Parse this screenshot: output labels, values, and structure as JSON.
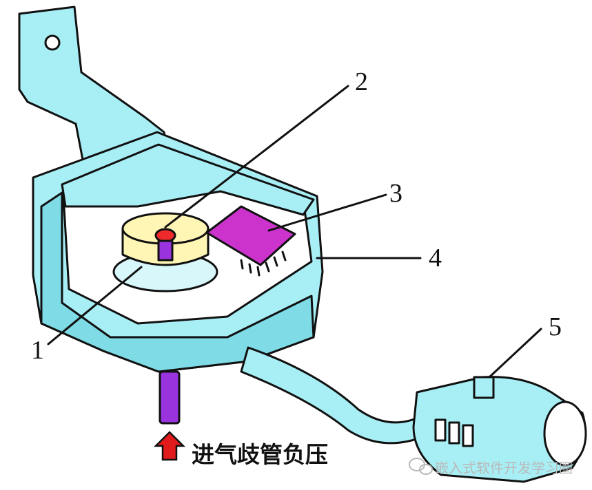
{
  "labels": {
    "n1": "1",
    "n2": "2",
    "n3": "3",
    "n4": "4",
    "n5": "5"
  },
  "caption": "进气歧管负压",
  "watermark": "嵌入式软件开发学习圈",
  "colors": {
    "housing": "#a8eef5",
    "housing_dark": "#7fdbe6",
    "diaphragm": "#fff5b5",
    "pin": "#ee2a2a",
    "chip": "#cc33cc",
    "port": "#9933dd",
    "arrow": "#e11b1b",
    "outline": "#111111"
  }
}
